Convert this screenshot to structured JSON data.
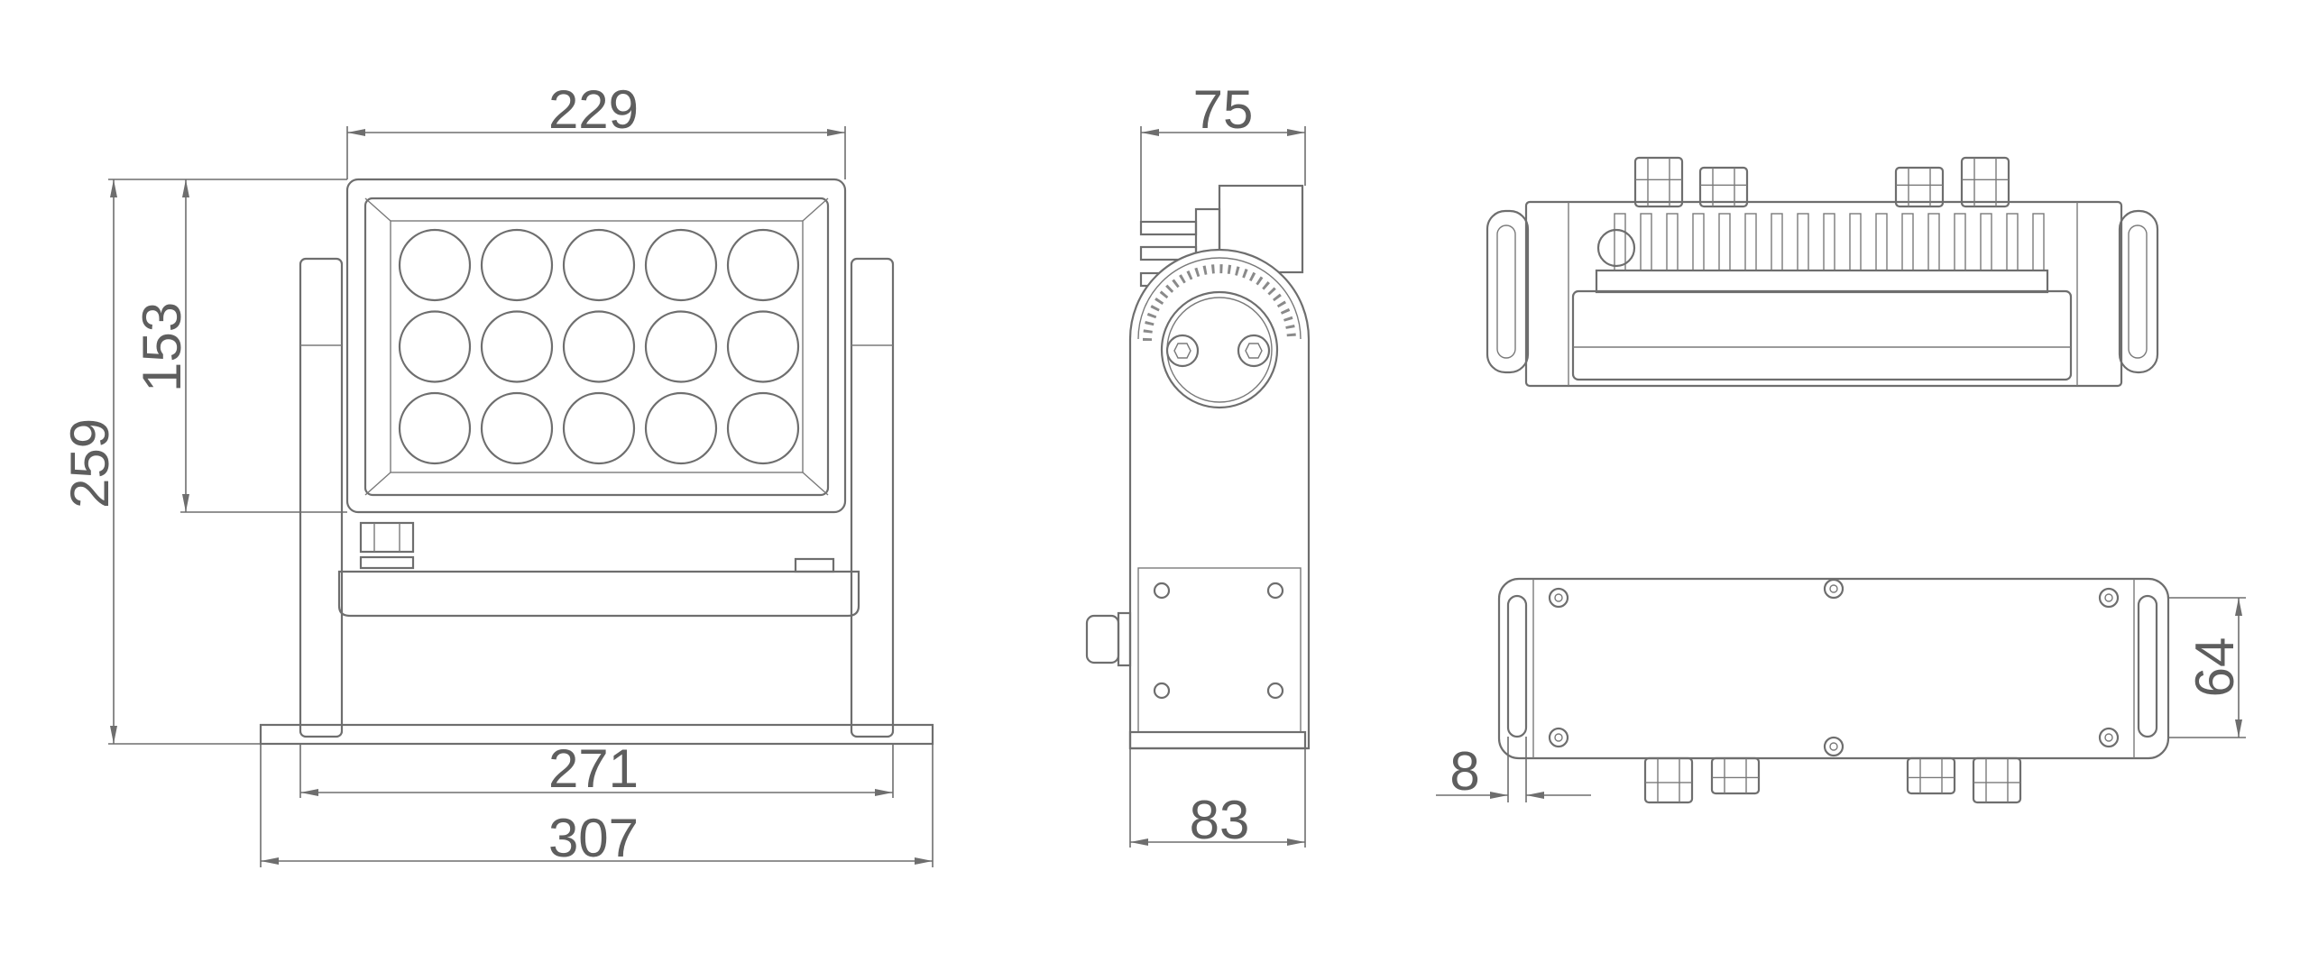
{
  "colors": {
    "line": "#6e6e6e",
    "text": "#5e5e5e",
    "background": "#ffffff"
  },
  "front_view": {
    "dimensions": {
      "housing_width": "229",
      "housing_height": "153",
      "total_height": "259",
      "bracket_width": "271",
      "base_width": "307"
    },
    "led_rows": 3,
    "led_cols": 5
  },
  "side_view": {
    "dimensions": {
      "housing_depth": "75",
      "base_depth": "83"
    }
  },
  "bottom_view": {
    "dimensions": {
      "mount_spacing": "64",
      "slot_width": "8"
    }
  }
}
